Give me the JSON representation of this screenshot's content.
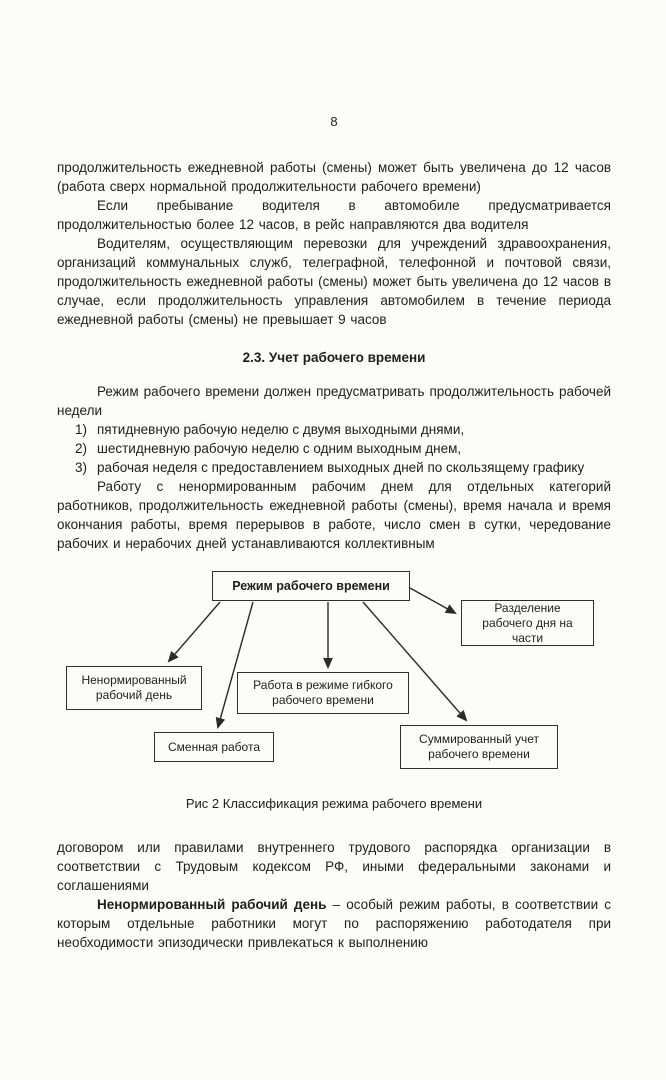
{
  "page": {
    "number": "8"
  },
  "paragraphs": {
    "p1": "продолжительность ежедневной работы (смены) может быть увеличена до 12 часов (работа сверх нормальной продолжительности рабочего времени)",
    "p2": "Если пребывание водителя в автомобиле предусматривается продолжительностью более 12 часов, в рейс направляются два водителя",
    "p3": "Водителям, осуществляющим перевозки для учреждений здравоохранения, организаций коммунальных служб, телеграфной, телефонной и почтовой связи, продолжительность ежедневной работы (смены) может быть увеличена до 12 часов в случае, если продолжительность управления автомобилем в течение периода ежедневной работы (смены) не превышает 9 часов",
    "heading": "2.3. Учет рабочего времени",
    "p4": "Режим рабочего времени должен предусматривать продолжительность рабочей недели",
    "p5": "Работу с ненормированным рабочим днем для отдельных категорий работников, продолжительность ежедневной работы (смены), время начала и время окончания работы, время перерывов в работе, число смен в сутки, чередование рабочих и нерабочих дней устанавливаются коллективным",
    "p6": "договором или правилами внутреннего трудового распорядка организации в соответствии с Трудовым кодексом РФ, иными федеральными законами и соглашениями",
    "p7_bold": "Ненормированный рабочий день",
    "p7_rest": " – особый режим работы, в соответствии с которым отдельные работники могут по распоряжению работодателя при необходимости эпизодически привлекаться к выполнению"
  },
  "list": [
    {
      "num": "1)",
      "text": "пятидневную рабочую неделю с двумя выходными днями,"
    },
    {
      "num": "2)",
      "text": "шестидневную рабочую неделю с одним выходным днем,"
    },
    {
      "num": "3)",
      "text": "рабочая неделя с предоставлением выходных дней по скользящему графику"
    }
  ],
  "diagram": {
    "caption": "Рис 2 Классификация режима рабочего времени",
    "boxes": {
      "root": "Режим рабочего времени",
      "division": "Разделение рабочего дня на части",
      "irregular": "Ненормированный рабочий день",
      "flexible": "Работа в режиме гибкого рабочего времени",
      "shift": "Сменная работа",
      "summed": "Суммированный учет рабочего времени"
    }
  }
}
